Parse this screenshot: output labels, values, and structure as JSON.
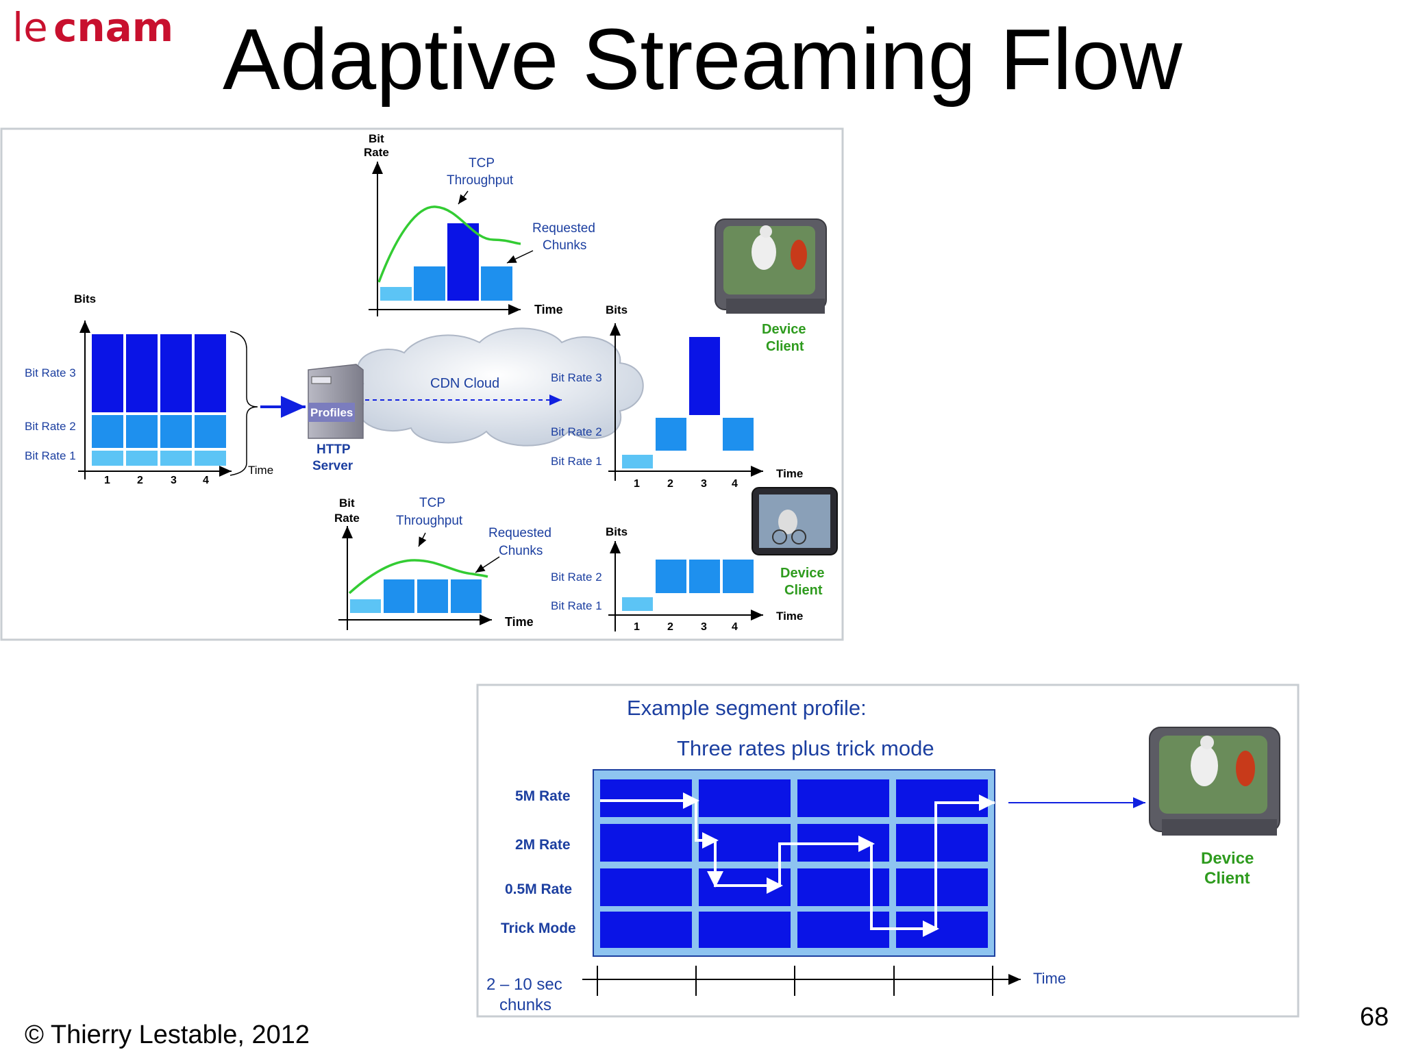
{
  "header": {
    "logo_le": "le",
    "logo_cnam": "cnam",
    "title": "Adaptive Streaming Flow"
  },
  "top_diagram": {
    "left_chart": {
      "y_label": "Bits",
      "x_label": "Time",
      "rows": [
        "Bit Rate 3",
        "Bit Rate 2",
        "Bit Rate 1"
      ],
      "ticks": [
        "1",
        "2",
        "3",
        "4"
      ]
    },
    "server": {
      "badge": "Profiles",
      "label_line1": "HTTP",
      "label_line2": "Server"
    },
    "cloud_label": "CDN Cloud",
    "upper_throughput": {
      "y_label_line1": "Bit",
      "y_label_line2": "Rate",
      "x_label": "Time",
      "tcp_line1": "TCP",
      "tcp_line2": "Throughput",
      "req_line1": "Requested",
      "req_line2": "Chunks"
    },
    "lower_throughput": {
      "y_label_line1": "Bit",
      "y_label_line2": "Rate",
      "x_label": "Time",
      "tcp_line1": "TCP",
      "tcp_line2": "Throughput",
      "req_line1": "Requested",
      "req_line2": "Chunks"
    },
    "tv_client_chart": {
      "y_label": "Bits",
      "x_label": "Time",
      "rows": [
        "Bit Rate 3",
        "Bit Rate 2",
        "Bit Rate 1"
      ],
      "ticks": [
        "1",
        "2",
        "3",
        "4"
      ]
    },
    "tablet_client_chart": {
      "y_label": "Bits",
      "x_label": "Time",
      "rows": [
        "Bit Rate 2",
        "Bit Rate 1"
      ],
      "ticks": [
        "1",
        "2",
        "3",
        "4"
      ]
    },
    "device_tv": {
      "line1": "Device",
      "line2": "Client"
    },
    "device_tablet": {
      "line1": "Device",
      "line2": "Client"
    }
  },
  "bottom_diagram": {
    "title": "Example segment profile:",
    "subtitle": "Three rates plus trick mode",
    "rows": [
      "5M Rate",
      "2M Rate",
      "0.5M Rate",
      "Trick Mode"
    ],
    "chunk_line1": "2 – 10 sec",
    "chunk_line2": "chunks",
    "time_label": "Time",
    "device": {
      "line1": "Device",
      "line2": "Client"
    }
  },
  "footer": {
    "copyright": "© Thierry Lestable, 2012",
    "page": "68"
  },
  "colors": {
    "dark_blue": "#0a14e6",
    "mid_blue": "#1e90ee",
    "light_blue": "#5cc4f5",
    "green": "#2e9b1e",
    "curve_green": "#33cc33",
    "logo_red": "#c8102e"
  }
}
